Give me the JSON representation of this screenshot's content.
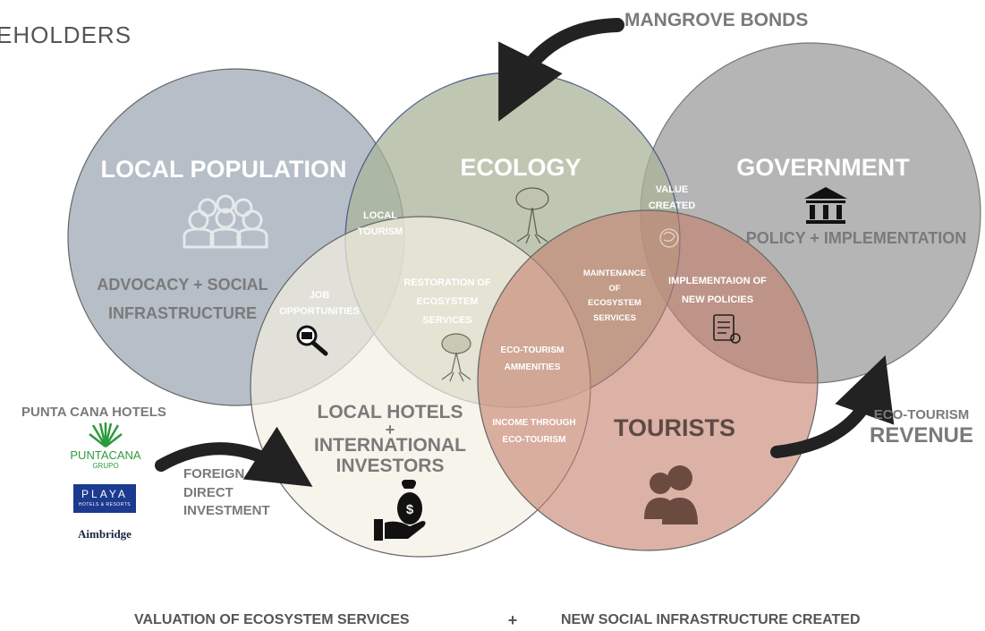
{
  "header": {
    "title_partial": "EHOLDERS"
  },
  "circles": {
    "local_population": {
      "title": "LOCAL POPULATION",
      "subtitle_line1": "ADVOCACY + SOCIAL",
      "subtitle_line2": "INFRASTRUCTURE"
    },
    "ecology": {
      "title": "ECOLOGY"
    },
    "government": {
      "title": "GOVERNMENT",
      "subtitle": "POLICY + IMPLEMENTATION"
    },
    "local_hotels": {
      "title_line1": "LOCAL HOTELS",
      "title_line2": "+",
      "title_line3": "INTERNATIONAL",
      "title_line4": "INVESTORS"
    },
    "tourists": {
      "title": "TOURISTS"
    }
  },
  "overlaps": {
    "local_tourism": [
      "LOCAL",
      "TOURISM"
    ],
    "value_created": [
      "VALUE",
      "CREATED"
    ],
    "job_opportunities": [
      "JOB",
      "OPPORTUNITIES"
    ],
    "restoration": [
      "RESTORATION OF",
      "ECOSYSTEM",
      "SERVICES"
    ],
    "maintenance": [
      "MAINTENANCE",
      "OF",
      "ECOSYSTEM",
      "SERVICES"
    ],
    "new_policies": [
      "IMPLEMENTAION OF",
      "NEW POLICIES"
    ],
    "eco_tourism_amenities": [
      "ECO-TOURISM",
      "AMMENITIES"
    ],
    "income": [
      "INCOME THROUGH",
      "ECO-TOURISM"
    ]
  },
  "arrows": {
    "mangrove_bonds": "MANGROVE BONDS",
    "foreign_investment": [
      "FOREIGN",
      "DIRECT",
      "INVESTMENT"
    ],
    "eco_tourism_revenue": {
      "line1": "ECO-TOURISM",
      "line2": "REVENUE"
    }
  },
  "partners": {
    "heading": "PUNTA CANA HOTELS",
    "puntacana_line1": "PUNTACANA",
    "puntacana_line2": "GRUPO",
    "playa_line1": "PLAYA",
    "playa_line2": "HOTELS & RESORTS",
    "aimbridge": "Aimbridge"
  },
  "footer": {
    "left": "VALUATION OF ECOSYSTEM SERVICES",
    "plus": "+",
    "right": "NEW SOCIAL INFRASTRUCTURE CREATED"
  },
  "icons": [
    "people-group-icon",
    "mangrove-tree-icon",
    "bank-building-icon",
    "job-search-icon",
    "money-bag-hand-icon",
    "tourists-icon",
    "policy-document-icon",
    "curved-arrow-icon"
  ],
  "colors": {
    "local_population": "#a9b3bd",
    "ecology": "#a9b49a",
    "government": "#a8a8a8",
    "local_hotels": "#f4efe2",
    "tourists": "#c79080",
    "arrow": "#222222",
    "label_gray": "#7a7a7a",
    "playa_blue": "#1c3a8e",
    "puntacana_green": "#2e9a3e"
  }
}
